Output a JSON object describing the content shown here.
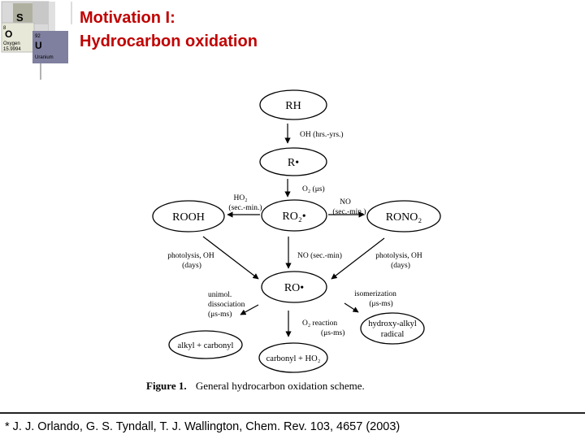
{
  "slide": {
    "title_line1": "Motivation I:",
    "title_line2": "Hydrocarbon oxidation",
    "footnote": "* J. J. Orlando, G. S. Tyndall, T. J. Wallington, Chem. Rev. 103, 4657 (2003)"
  },
  "logo": {
    "tile1_num": "8",
    "tile1_sym": "O",
    "tile1_name": "Oxygen",
    "tile1_mass": "15.9994",
    "tile2_sym": "S",
    "tile3_sym": "U",
    "tile3_num": "92",
    "tile3_name": "Uranium"
  },
  "diagram": {
    "nodes": {
      "rh": "RH",
      "r": "R•",
      "ro2": "RO₂•",
      "rooh": "ROOH",
      "rono2": "RONO₂",
      "ro": "RO•",
      "alkyl": "alkyl + carbonyl",
      "hydroxy1": "hydroxy-alkyl",
      "hydroxy2": "radical",
      "carbonyl": "carbonyl + HO₂"
    },
    "labels": {
      "oh": "OH (hrs.-yrs.)",
      "o2": "O₂ (μs)",
      "ho2_1": "HO₂",
      "ho2_2": "(sec.-min.)",
      "no_1": "NO",
      "no_2": "(sec.-min.)",
      "no_down": "NO  (sec.-min)",
      "photo_left1": "photolysis, OH",
      "photo_left2": "(days)",
      "photo_right1": "photolysis, OH",
      "photo_right2": "(days)",
      "unimol1": "unimol.",
      "unimol2": "dissociation",
      "unimol3": "(μs-ms)",
      "isom1": "isomerization",
      "isom2": "(μs-ms)",
      "o2r1": "O₂ reaction",
      "o2r2": "(μs-ms)"
    },
    "caption_bold": "Figure 1.",
    "caption_text": "General hydrocarbon oxidation scheme."
  }
}
